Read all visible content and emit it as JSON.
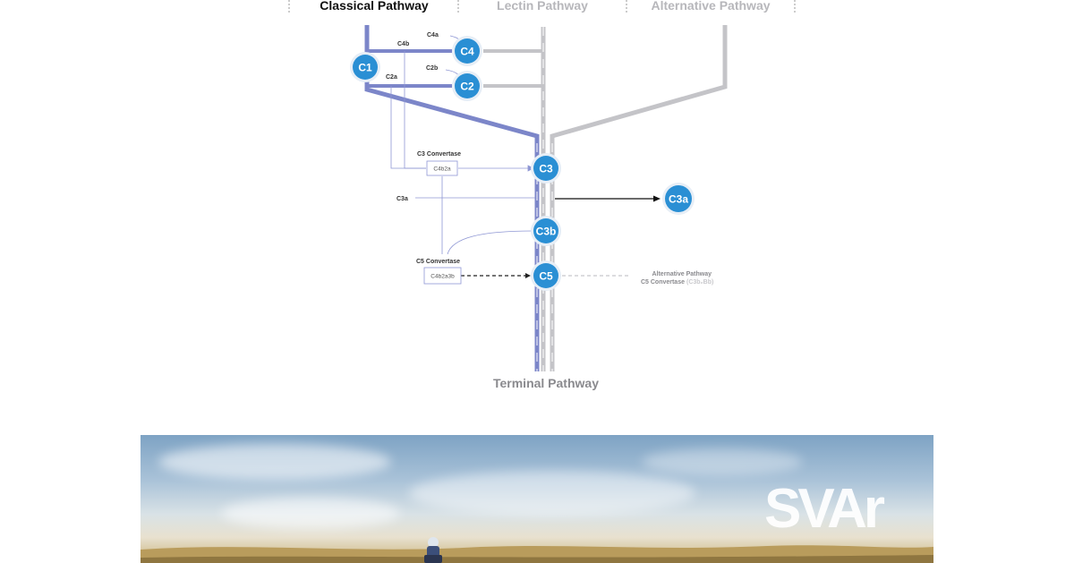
{
  "headers": {
    "classical": "Classical Pathway",
    "lectin": "Lectin Pathway",
    "alternative": "Alternative Pathway"
  },
  "nodes": {
    "c1": "C1",
    "c4": "C4",
    "c2": "C2",
    "c3": "C3",
    "c3a": "C3a",
    "c3b": "C3b",
    "c5": "C5"
  },
  "labels": {
    "c4a": "C4a",
    "c4b": "C4b",
    "c2b": "C2b",
    "c2a": "C2a",
    "c3_convertase_title": "C3 Convertase",
    "c3_convertase_box": "C4b2a",
    "c3a_small": "C3a",
    "c5_convertase_title": "C5 Convertase",
    "c5_convertase_box": "C4b2a3b",
    "alt_c5_line1": "Alternative Pathway",
    "alt_c5_line2": "C5 Convertase",
    "alt_c5_formula": "(C3b₂Bb)",
    "terminal": "Terminal Pathway"
  },
  "colors": {
    "classical": "#7c86c9",
    "inactive": "#c4c4c8",
    "node_fill": "#2a8fd4",
    "node_ring": "#e7eef6"
  },
  "banner": {
    "brand": "SVAr"
  }
}
